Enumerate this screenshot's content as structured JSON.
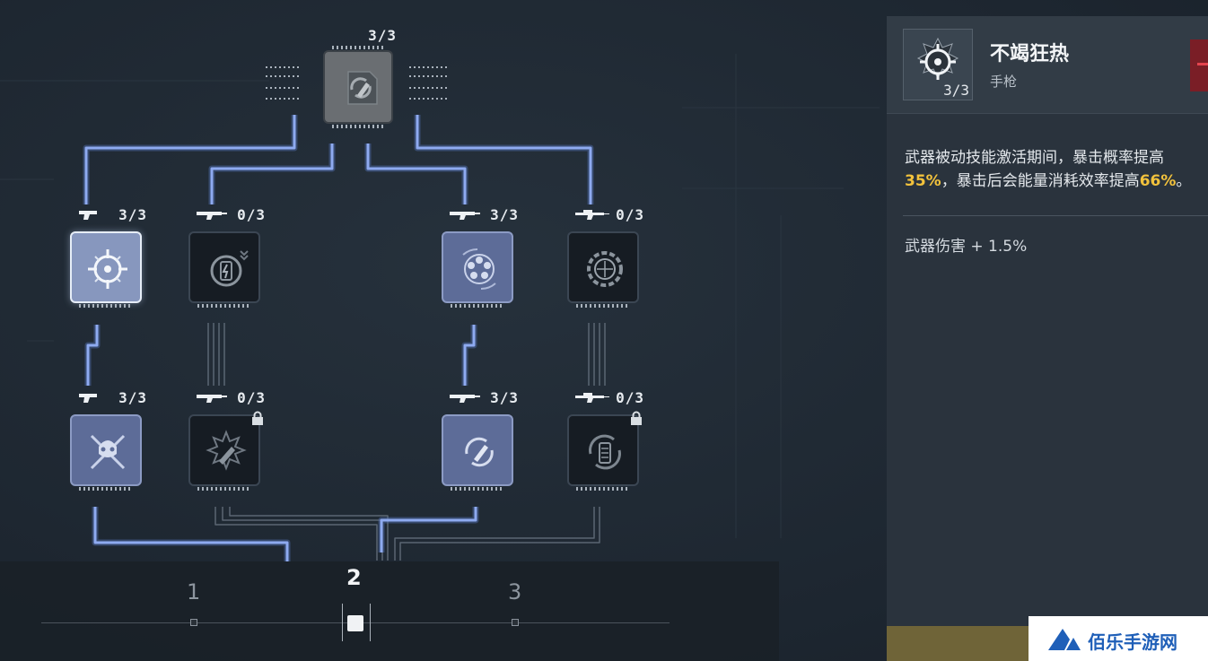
{
  "nodes": [
    {
      "id": "root",
      "count": "3/3",
      "state": "root",
      "icon": "bullet-reload-icon",
      "locked": false
    },
    {
      "id": "l1a",
      "count": "3/3",
      "state": "selected",
      "icon": "crosshair-icon",
      "locked": false
    },
    {
      "id": "l1b",
      "count": "0/3",
      "state": "inactive",
      "icon": "battery-shield-icon",
      "locked": false
    },
    {
      "id": "l1c",
      "count": "3/3",
      "state": "active",
      "icon": "revolver-cylinder-icon",
      "locked": false
    },
    {
      "id": "l1d",
      "count": "0/3",
      "state": "inactive",
      "icon": "scope-gear-icon",
      "locked": false
    },
    {
      "id": "l2a",
      "count": "3/3",
      "state": "active",
      "icon": "crossed-skull-icon",
      "locked": false
    },
    {
      "id": "l2b",
      "count": "0/3",
      "state": "inactive",
      "icon": "burst-bullet-icon",
      "locked": true
    },
    {
      "id": "l2c",
      "count": "3/3",
      "state": "active",
      "icon": "bullet-cycle-icon",
      "locked": false
    },
    {
      "id": "l2d",
      "count": "0/3",
      "state": "inactive",
      "icon": "magazine-reload-icon",
      "locked": true
    }
  ],
  "tiers": {
    "labels": [
      "1",
      "2",
      "3"
    ],
    "selected": "2"
  },
  "panel": {
    "skill_name": "不竭狂热",
    "skill_type": "手枪",
    "skill_count": "3/3",
    "desc_part1": "武器被动技能激活期间，暴击概率提高",
    "desc_hl1": "35%",
    "desc_part2": "，暴击后会能量消耗效率提高",
    "desc_hl2": "66%",
    "desc_part3": "。",
    "stat": "武器伤害 + 1.5%"
  },
  "watermark": "佰乐手游网",
  "colors": {
    "wire_active": "#7f9ee6",
    "wire_inactive": "#5b6673",
    "highlight": "#f2c23c"
  }
}
